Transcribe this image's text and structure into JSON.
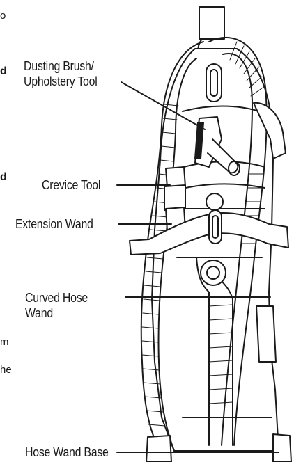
{
  "labels": {
    "dusting_line1": "Dusting Brush/",
    "dusting_line2": "Upholstery Tool",
    "crevice": "Crevice Tool",
    "extension": "Extension Wand",
    "curved_line1": "Curved Hose",
    "curved_line2": "Wand",
    "hose_base": "Hose Wand Base"
  },
  "edge_fragments": [
    "o",
    "d",
    "d",
    "m",
    "he"
  ],
  "colors": {
    "line": "#1a1a1a",
    "background": "#ffffff"
  }
}
